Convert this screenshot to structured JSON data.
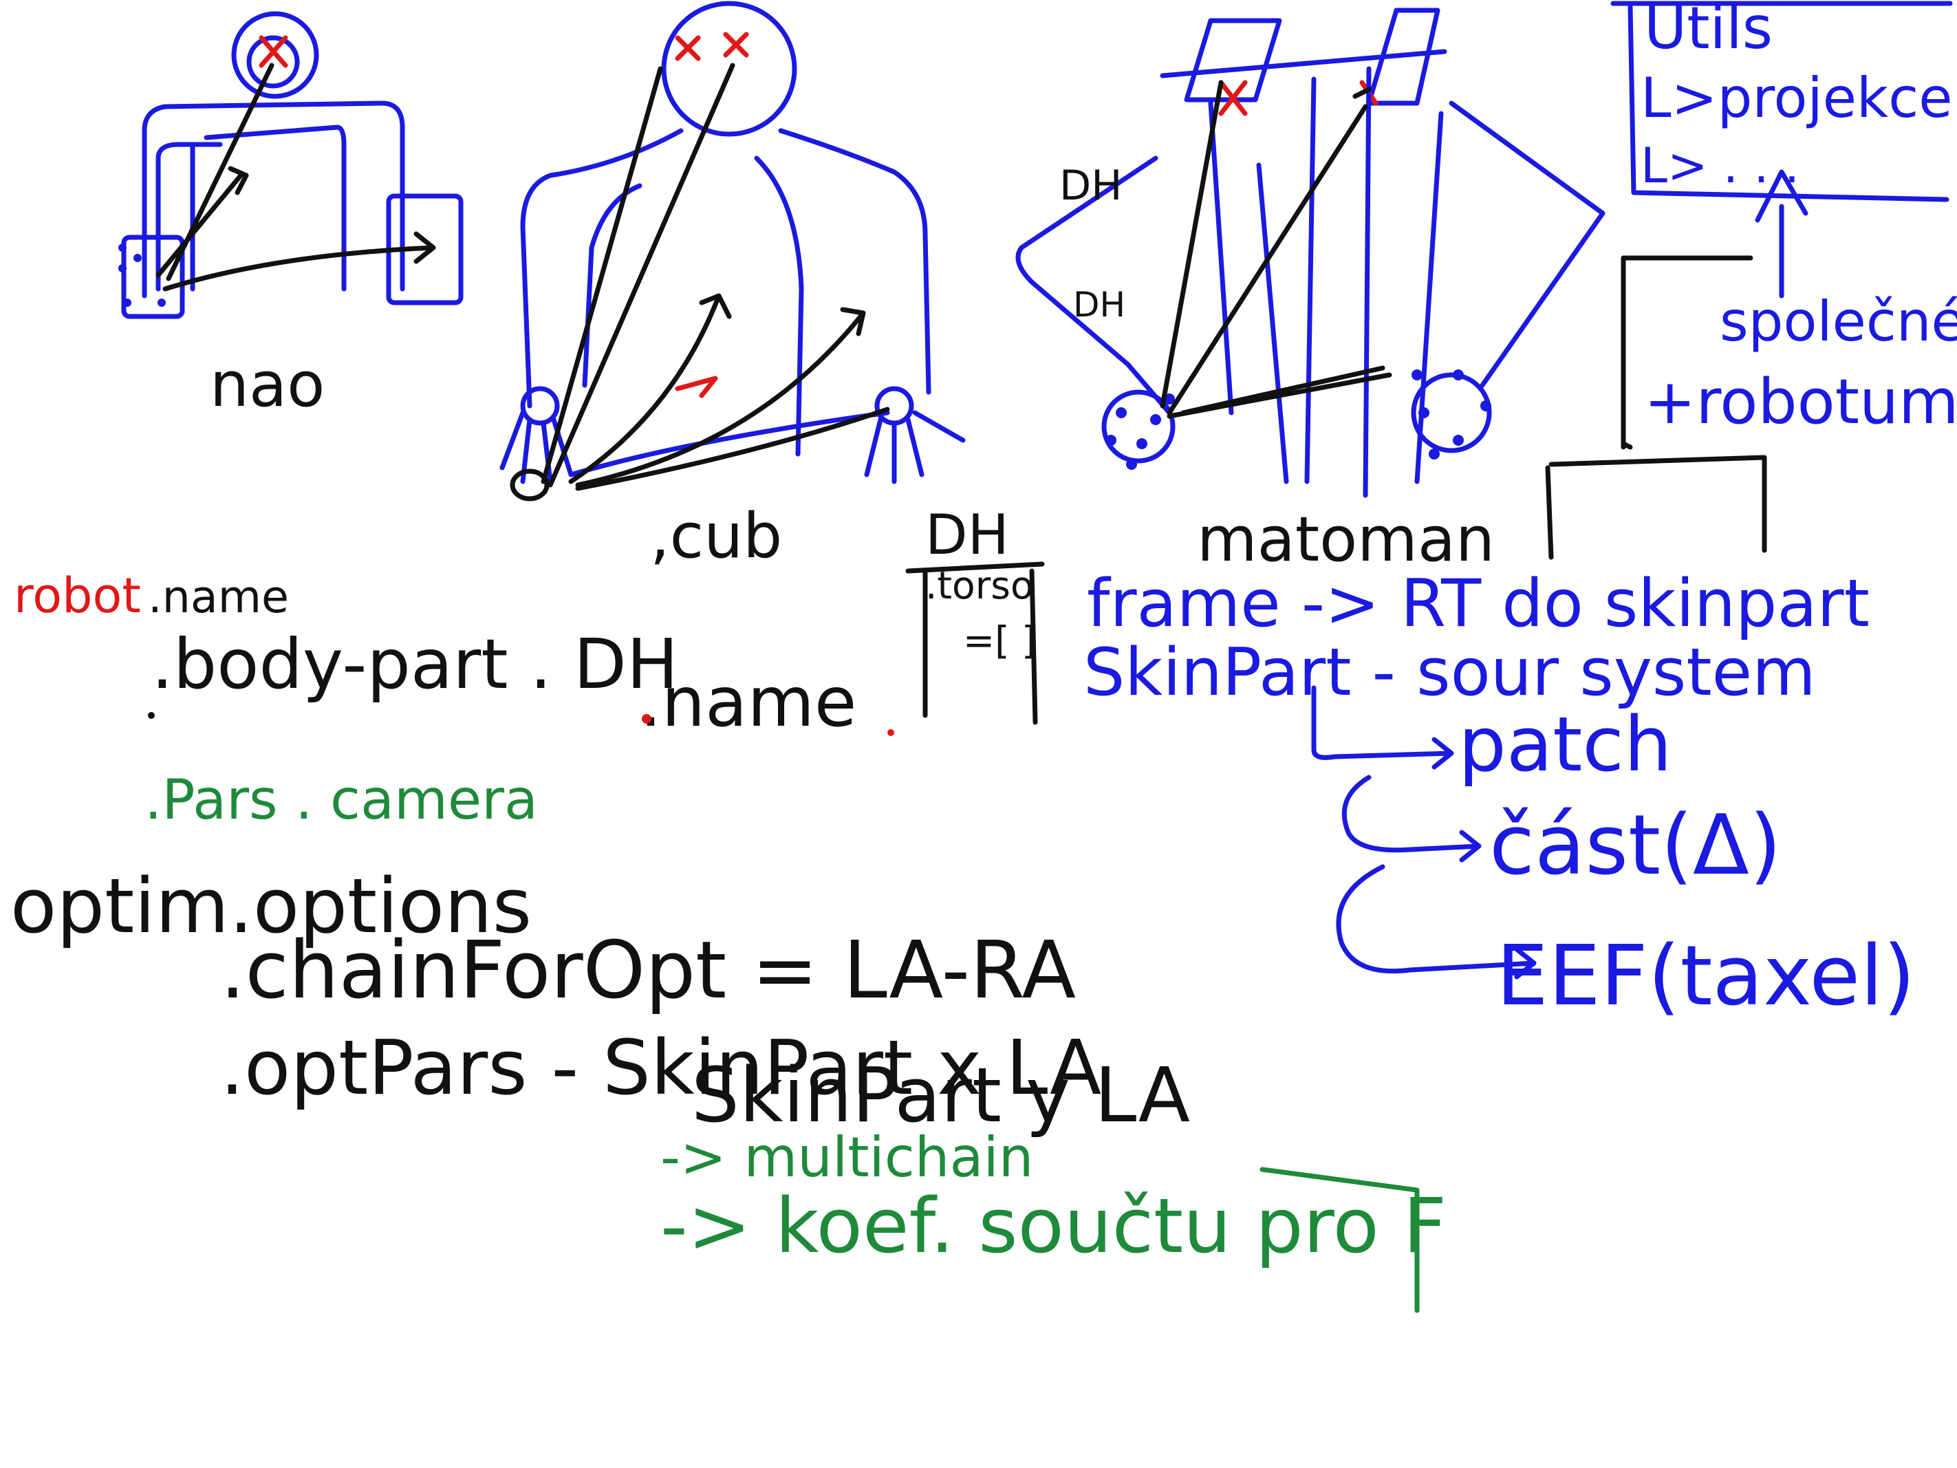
{
  "colors": {
    "black": "#111111",
    "blue": "#1a1ae0",
    "green": "#1f8a3a",
    "red": "#e01818",
    "background": "#ffffff"
  },
  "labels": {
    "nao": "nao",
    "icub": ",cub",
    "dh_top": "DH",
    "matoman": "matoman",
    "dh_small_1": "DH",
    "dh_small_2": "DH"
  },
  "panel": {
    "utils": "Utils",
    "projekce": "L>projekce",
    "dots": "L> . . .",
    "spolecne": "společné",
    "frobotum": "+robotum"
  },
  "code": {
    "robot_prefix": "robot",
    "robot_suffix": ".name",
    "body_part": ".body-part . DH",
    "dot_name": ".name",
    "torso": ".torso",
    "torso_bracket": "=[ ]",
    "pars_camera": ".Pars . camera",
    "optim_options": "optim.options",
    "chain_for_opt": ".chainForOpt = LA-RA",
    "opt_pars_1": ".optPars - SkinPart x LA",
    "opt_pars_2": "SkinPart y LA",
    "multi_chain": "-> multichain",
    "koef": "-> koef. součtu pro F"
  },
  "skin_tree": {
    "frame": "frame -> RT do skinpart",
    "skinpart": "SkinPart - sour system",
    "patch": "patch",
    "cast": "část(Δ)",
    "eef": "EEF(taxel)"
  }
}
